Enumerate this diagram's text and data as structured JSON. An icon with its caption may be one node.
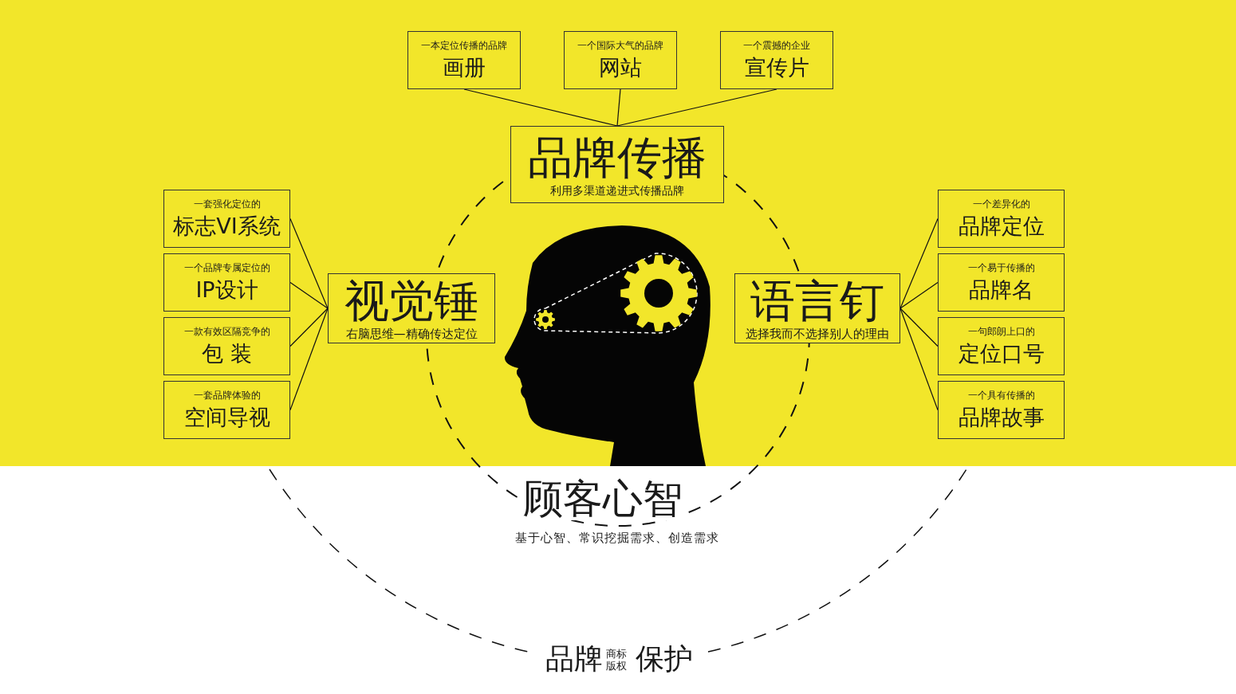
{
  "diagram": {
    "nodes": [
      {
        "text": [
          "品牌传播",
          "利用多渠道递进式传播品牌"
        ]
      },
      {
        "text": [
          "一本定位传播的品牌",
          "画册"
        ]
      },
      {
        "text": [
          "一个国际大气的品牌",
          "网站"
        ]
      },
      {
        "text": [
          "一个震撼的企业",
          "宣传片"
        ]
      },
      {
        "text": [
          "视觉锤",
          "右脑思维—精确传达定位"
        ]
      },
      {
        "text": [
          "一套强化定位的",
          "标志VI系统"
        ]
      },
      {
        "text": [
          "一个品牌专属定位的",
          "IP设计"
        ]
      },
      {
        "text": [
          "一款有效区隔竞争的",
          "包 装"
        ]
      },
      {
        "text": [
          "一套品牌体验的",
          "空间导视"
        ]
      },
      {
        "text": [
          "语言钉",
          "选择我而不选择别人的理由"
        ]
      },
      {
        "text": [
          "一个差异化的",
          "品牌定位"
        ]
      },
      {
        "text": [
          "一个易于传播的",
          "品牌名"
        ]
      },
      {
        "text": [
          "一句郎朗上口的",
          "定位口号"
        ]
      },
      {
        "text": [
          "一个具有传播的",
          "品牌故事"
        ]
      }
    ],
    "edges": [
      {
        "from": 1,
        "to": 0,
        "arrow": "none"
      },
      {
        "from": 2,
        "to": 0,
        "arrow": "none"
      },
      {
        "from": 3,
        "to": 0,
        "arrow": "none"
      },
      {
        "from": 5,
        "to": 4,
        "arrow": "none"
      },
      {
        "from": 6,
        "to": 4,
        "arrow": "none"
      },
      {
        "from": 7,
        "to": 4,
        "arrow": "none"
      },
      {
        "from": 8,
        "to": 4,
        "arrow": "none"
      },
      {
        "from": 9,
        "to": 10,
        "arrow": "none"
      },
      {
        "from": 9,
        "to": 11,
        "arrow": "none"
      },
      {
        "from": 9,
        "to": 12,
        "arrow": "none"
      },
      {
        "from": 9,
        "to": 13,
        "arrow": "none"
      }
    ],
    "labels": [
      "顾客心智",
      "基于心智、常识挖掘需求、创造需求",
      "品牌",
      "商标",
      "版权",
      "保护"
    ]
  }
}
